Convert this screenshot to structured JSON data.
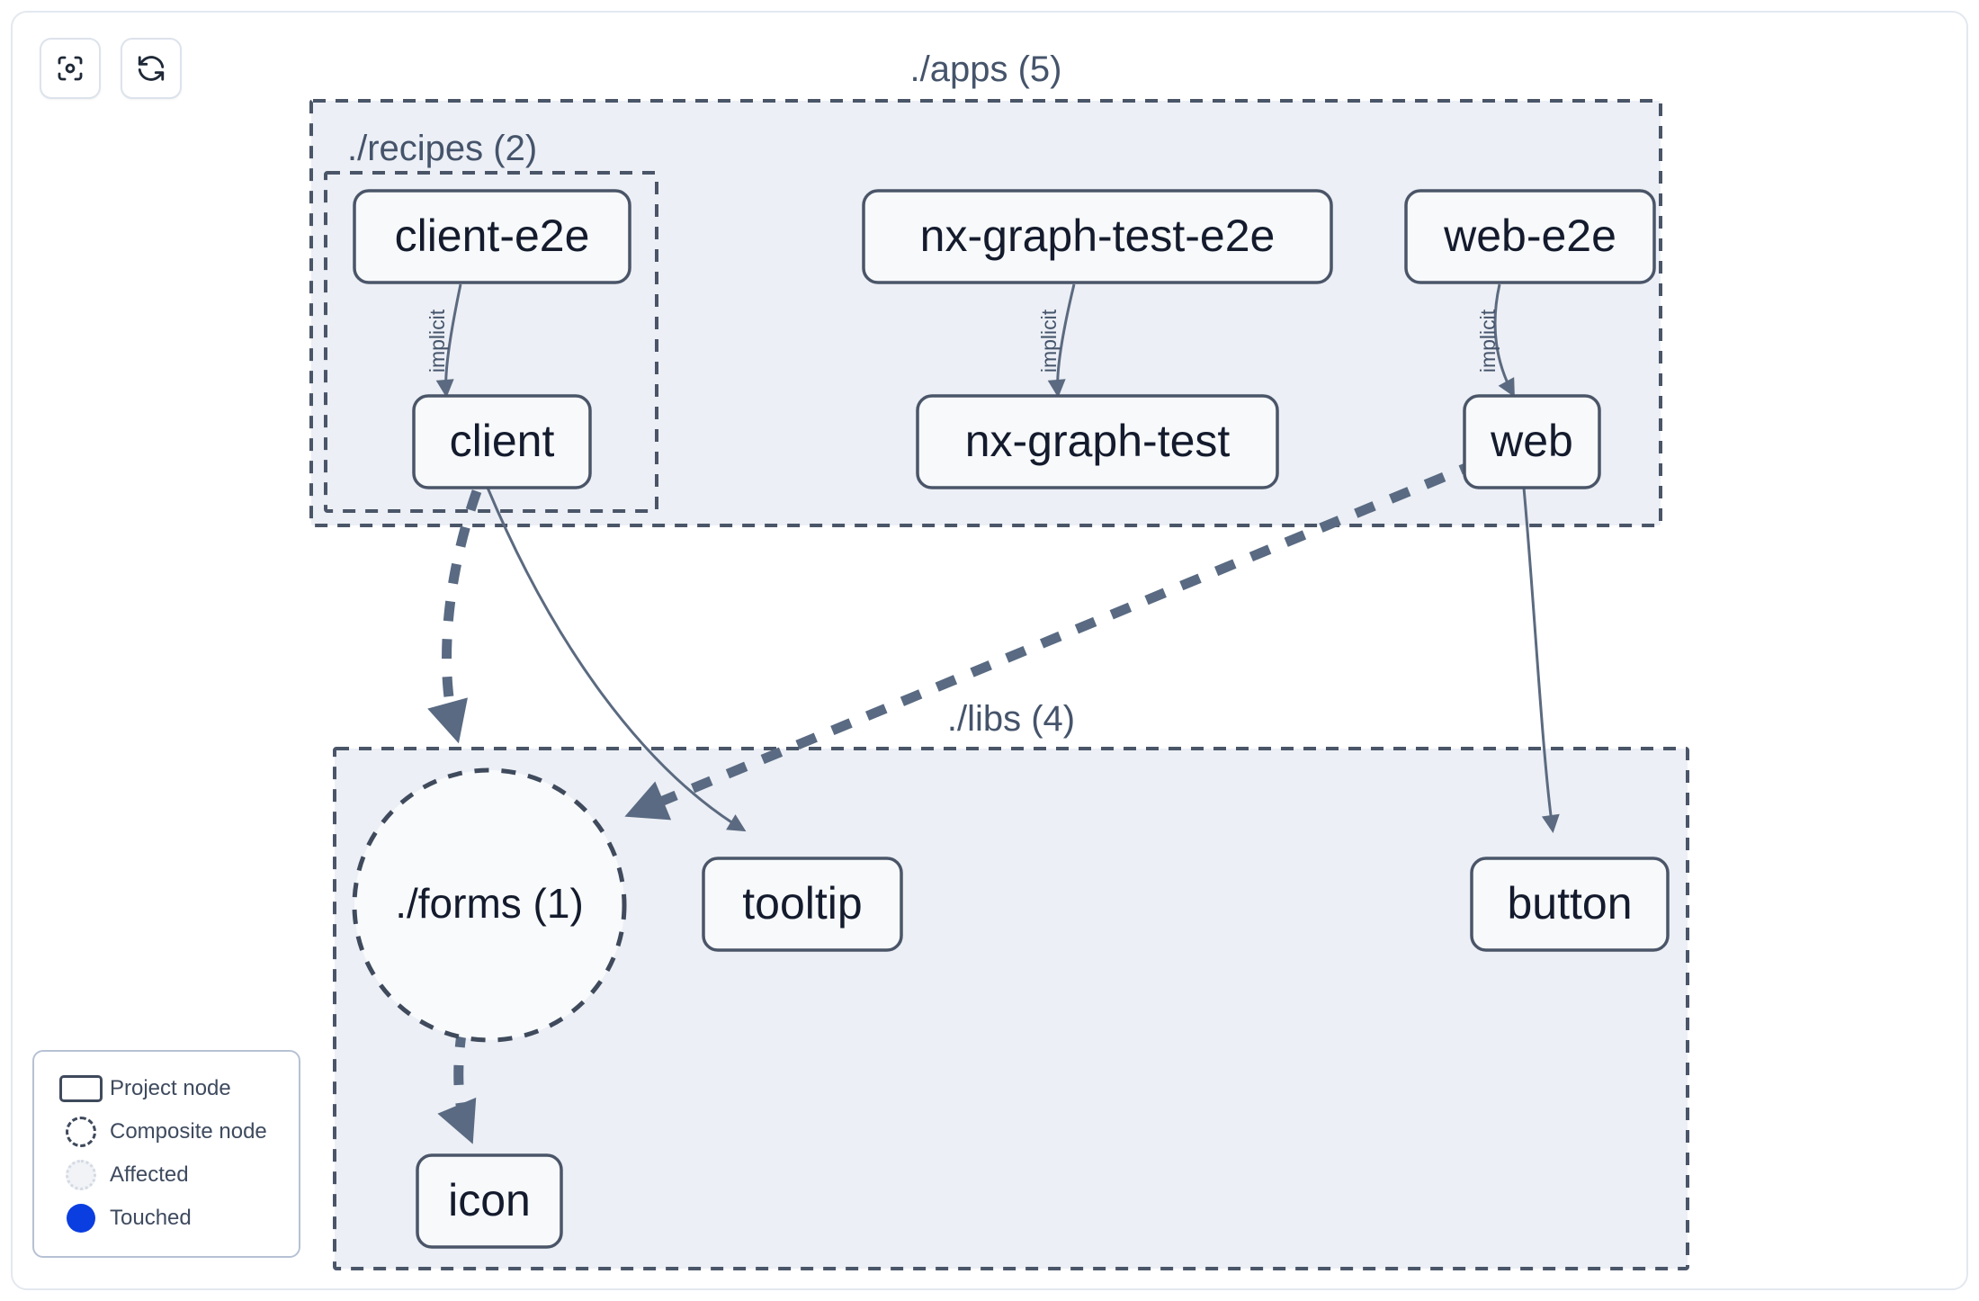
{
  "toolbar": {
    "buttons": [
      {
        "name": "focus-graph-button",
        "icon": "viewfinder-focus-icon",
        "title": "Focus graph"
      },
      {
        "name": "refresh-graph-button",
        "icon": "refresh-icon",
        "title": "Refresh graph"
      }
    ]
  },
  "legend": {
    "items": [
      {
        "swatch": "project-node-swatch",
        "label": "Project node"
      },
      {
        "swatch": "composite-node-swatch",
        "label": "Composite node"
      },
      {
        "swatch": "affected-swatch",
        "label": "Affected"
      },
      {
        "swatch": "touched-swatch",
        "label": "Touched"
      }
    ]
  },
  "graph": {
    "containers": [
      {
        "id": "apps",
        "label": "./apps (5)"
      },
      {
        "id": "recipes",
        "label": "./recipes (2)"
      },
      {
        "id": "libs",
        "label": "./libs (4)"
      }
    ],
    "nodes": [
      {
        "id": "client-e2e",
        "label": "client-e2e",
        "type": "project"
      },
      {
        "id": "nx-graph-test-e2e",
        "label": "nx-graph-test-e2e",
        "type": "project"
      },
      {
        "id": "web-e2e",
        "label": "web-e2e",
        "type": "project"
      },
      {
        "id": "client",
        "label": "client",
        "type": "project"
      },
      {
        "id": "nx-graph-test",
        "label": "nx-graph-test",
        "type": "project"
      },
      {
        "id": "web",
        "label": "web",
        "type": "project"
      },
      {
        "id": "forms",
        "label": "./forms (1)",
        "type": "composite"
      },
      {
        "id": "tooltip",
        "label": "tooltip",
        "type": "project"
      },
      {
        "id": "button",
        "label": "button",
        "type": "project"
      },
      {
        "id": "icon",
        "label": "icon",
        "type": "project"
      }
    ],
    "edges": [
      {
        "from": "client-e2e",
        "to": "client",
        "label": "implicit",
        "style": "solid"
      },
      {
        "from": "nx-graph-test-e2e",
        "to": "nx-graph-test",
        "label": "implicit",
        "style": "solid"
      },
      {
        "from": "web-e2e",
        "to": "web",
        "label": "implicit",
        "style": "solid"
      },
      {
        "from": "client",
        "to": "forms",
        "label": "",
        "style": "dashed"
      },
      {
        "from": "client",
        "to": "tooltip",
        "label": "",
        "style": "solid"
      },
      {
        "from": "web",
        "to": "forms",
        "label": "",
        "style": "dashed"
      },
      {
        "from": "web",
        "to": "button",
        "label": "",
        "style": "solid"
      },
      {
        "from": "forms",
        "to": "icon",
        "label": "",
        "style": "dashed"
      }
    ]
  },
  "colors": {
    "container_fill": "#eceff5",
    "node_fill": "#f7f9fb",
    "stroke": "#4a5568",
    "edge_dashed": "#596a82",
    "touched": "#0b3ee0",
    "label": "#45546b"
  }
}
